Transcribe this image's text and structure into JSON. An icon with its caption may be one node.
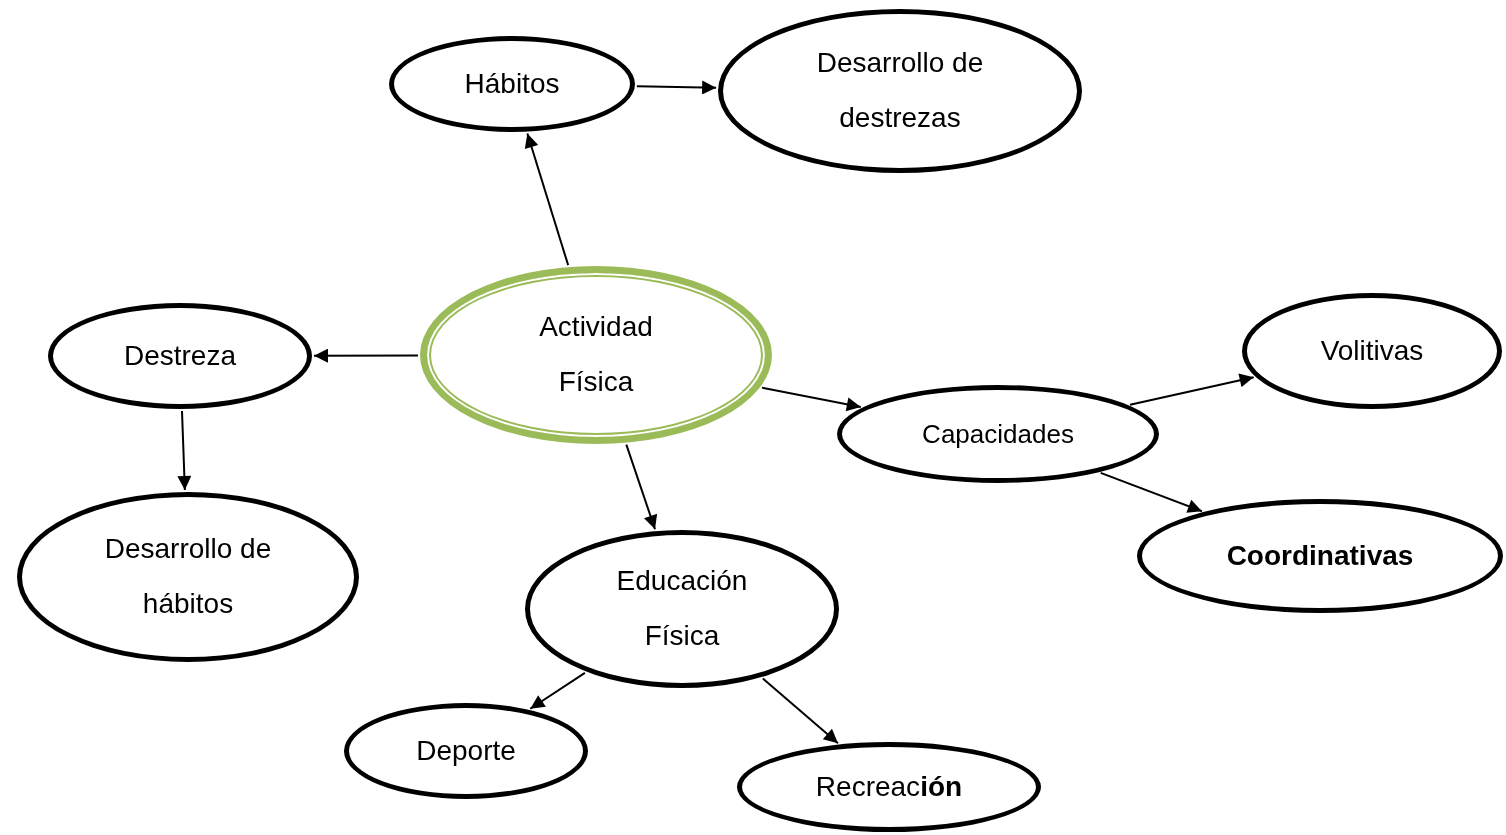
{
  "diagram": {
    "nodes": [
      {
        "text": [
          "Actividad Física"
        ]
      },
      {
        "text": [
          "Hábitos"
        ]
      },
      {
        "text": [
          "Desarrollo de destrezas"
        ]
      },
      {
        "text": [
          "Destreza"
        ]
      },
      {
        "text": [
          "Desarrollo de hábitos"
        ]
      },
      {
        "text": [
          "Capacidades"
        ]
      },
      {
        "text": [
          "Volitivas"
        ]
      },
      {
        "text": [
          "Coordinativas"
        ]
      },
      {
        "text": [
          "Educación Física"
        ]
      },
      {
        "text": [
          "Deporte"
        ]
      },
      {
        "text": [
          "Recreac**ión**"
        ]
      }
    ],
    "edges": [
      {
        "from": 0,
        "to": 1,
        "arrow": "to"
      },
      {
        "from": 1,
        "to": 2,
        "arrow": "to"
      },
      {
        "from": 0,
        "to": 3,
        "arrow": "to"
      },
      {
        "from": 3,
        "to": 4,
        "arrow": "to"
      },
      {
        "from": 0,
        "to": 5,
        "arrow": "to"
      },
      {
        "from": 5,
        "to": 6,
        "arrow": "to"
      },
      {
        "from": 5,
        "to": 7,
        "arrow": "to"
      },
      {
        "from": 0,
        "to": 8,
        "arrow": "to"
      },
      {
        "from": 8,
        "to": 9,
        "arrow": "to"
      },
      {
        "from": 8,
        "to": 10,
        "arrow": "to"
      }
    ]
  }
}
